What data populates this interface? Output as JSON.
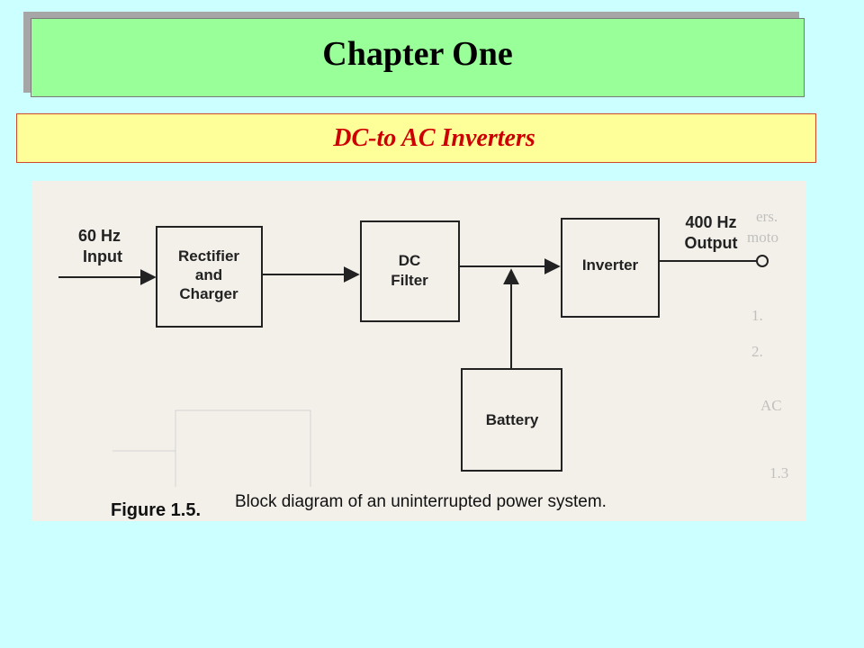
{
  "slide": {
    "title": "Chapter One",
    "subtitle": "DC-to AC Inverters"
  },
  "diagram": {
    "input_label_line1": "60 Hz",
    "input_label_line2": "Input",
    "rectifier_line1": "Rectifier",
    "rectifier_line2": "and",
    "rectifier_line3": "Charger",
    "dc_filter_line1": "DC",
    "dc_filter_line2": "Filter",
    "inverter_label": "Inverter",
    "battery_label": "Battery",
    "output_label_line1": "400 Hz",
    "output_label_line2": "Output"
  },
  "caption": {
    "figure_number": "Figure 1.5.",
    "text": "Block diagram of an uninterrupted power system."
  },
  "colors": {
    "background": "#ccffff",
    "title_fill": "#99ff99",
    "subtitle_fill": "#ffff99",
    "subtitle_text": "#cc0000"
  }
}
